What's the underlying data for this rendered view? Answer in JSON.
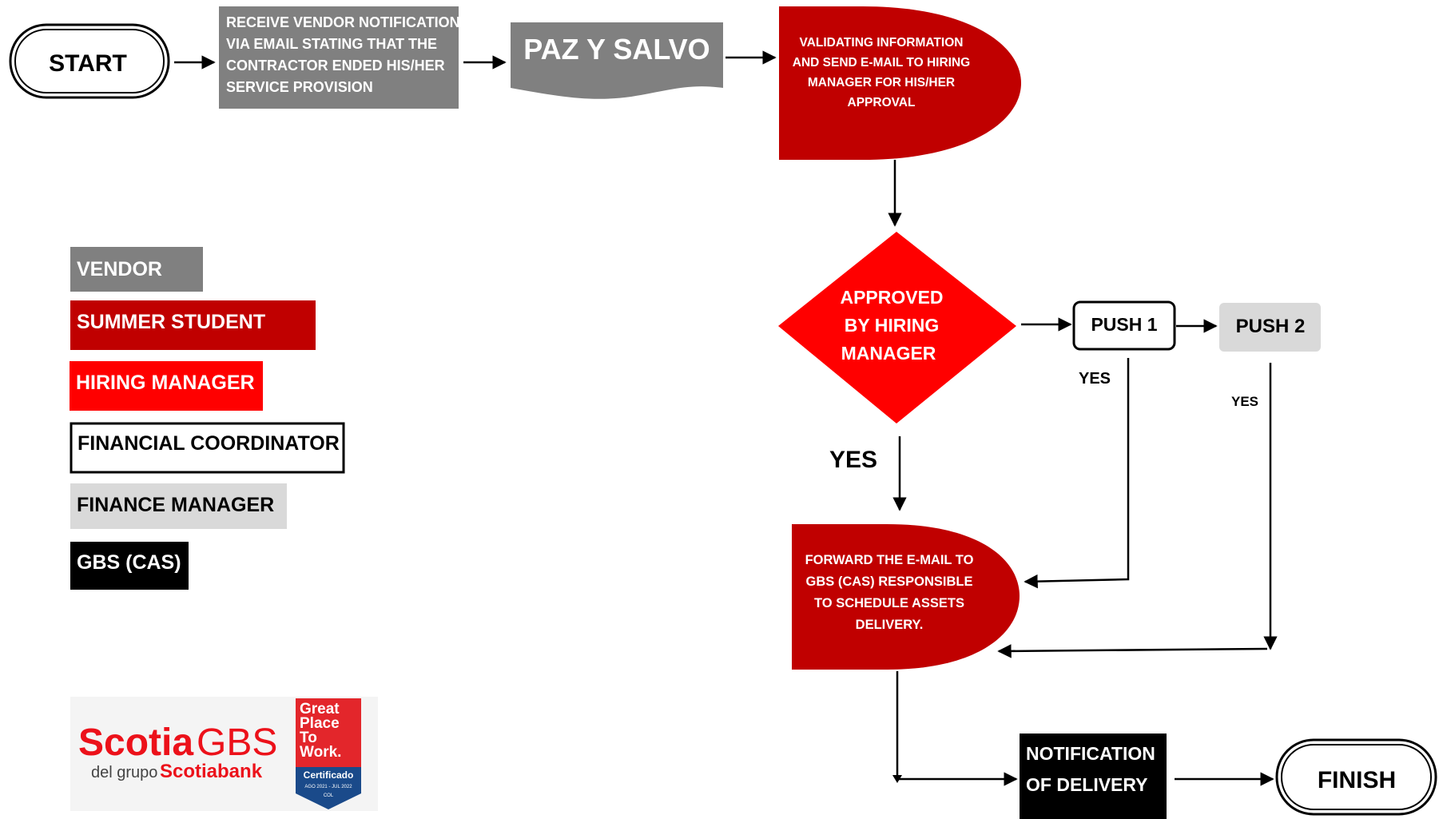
{
  "colors": {
    "vendor": "#808080",
    "summer_student": "#C00000",
    "hiring_manager": "#FF0000",
    "financial_coordinator": "#FFFFFF",
    "finance_manager": "#D9D9D9",
    "gbs_cas": "#000000",
    "scotia_red": "#EC111A"
  },
  "nodes": {
    "start": "START",
    "receive_lines": [
      "RECEIVE VENDOR NOTIFICATION",
      "VIA EMAIL STATING THAT THE",
      "CONTRACTOR ENDED HIS/HER",
      "SERVICE PROVISION"
    ],
    "paz_y_salvo": "PAZ Y SALVO",
    "validating_lines": [
      "VALIDATING INFORMATION",
      "AND SEND E-MAIL TO HIRING",
      "MANAGER FOR HIS/HER",
      "APPROVAL"
    ],
    "approved_lines": [
      "APPROVED",
      "BY HIRING",
      "MANAGER"
    ],
    "push1": "PUSH 1",
    "push2": "PUSH 2",
    "forward_lines": [
      "FORWARD THE  E-MAIL TO",
      "GBS (CAS) RESPONSIBLE",
      "TO SCHEDULE  ASSETS",
      "DELIVERY."
    ],
    "notification_lines": [
      "NOTIFICATION",
      "OF DELIVERY"
    ],
    "finish": "FINISH"
  },
  "edge_labels": {
    "yes_main": "YES",
    "yes_push1": "YES",
    "yes_push2": "YES"
  },
  "legend": {
    "vendor": "VENDOR",
    "summer_student": "SUMMER STUDENT",
    "hiring_manager": "HIRING MANAGER",
    "financial_coordinator": "FINANCIAL COORDINATOR",
    "finance_manager": "FINANCE MANAGER",
    "gbs_cas": "GBS (CAS)"
  },
  "logo": {
    "scotia": "Scotia",
    "gbs": "GBS",
    "del_grupo": "del grupo",
    "scotiabank": "Scotiabank",
    "gptw_lines": [
      "Great",
      "Place",
      "To",
      "Work."
    ],
    "certificado": "Certificado",
    "period": "AGO 2021 - JUL 2022",
    "country": "COL"
  }
}
